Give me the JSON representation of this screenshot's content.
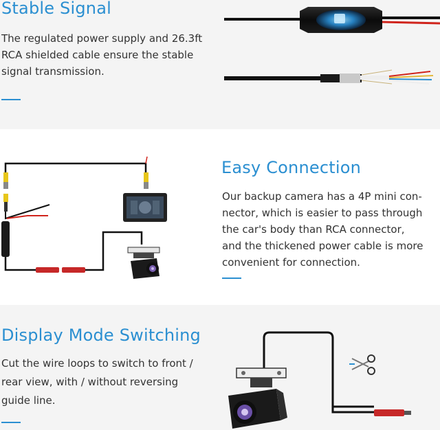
{
  "sections": [
    {
      "title": "Stable Signal",
      "lines": [
        "The regulated power supply and 26.3ft",
        "RCA shielded cable ensure the stable",
        "signal transmission."
      ]
    },
    {
      "title": "Easy Connection",
      "lines": [
        "Our backup camera has a 4P mini con-",
        "nector, which is easier to pass through",
        "the car's body than RCA connector,",
        "and the thickened power cable is more",
        "convenient for connection."
      ]
    },
    {
      "title": "Display Mode Switching",
      "lines": [
        "Cut the wire loops to switch to front /",
        "rear view, with / without reversing",
        "guide line."
      ]
    }
  ],
  "colors": {
    "accent": "#2b8fd1",
    "text": "#333333",
    "band_background": "#f4f4f4"
  },
  "icons": [
    "cable-filter-icon",
    "shielded-cable-icon",
    "wiring-diagram-icon",
    "monitor-icon",
    "camera-icon",
    "scissors-icon"
  ]
}
